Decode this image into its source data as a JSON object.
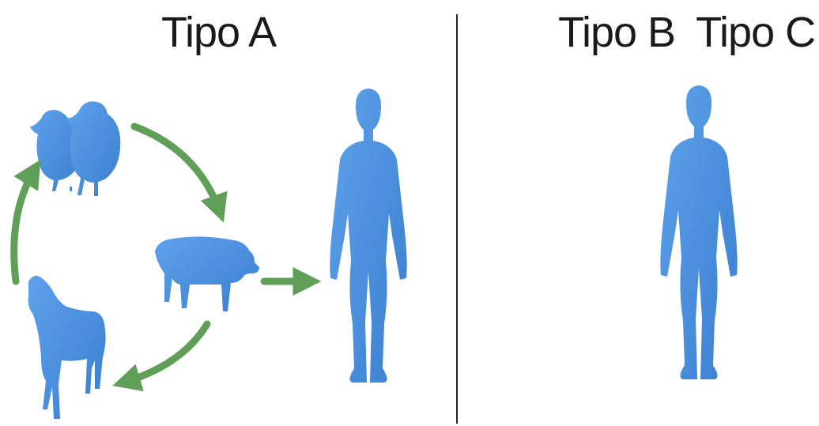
{
  "labels": {
    "type_a": "Tipo A",
    "type_b": "Tipo B",
    "type_c": "Tipo C"
  },
  "colors": {
    "silhouette": "#4a8fde",
    "silhouette_dark": "#3577c8",
    "arrow": "#5f9f58",
    "divider": "#222222",
    "text": "#1a1a1a"
  },
  "icons": {
    "birds": "chicken-pair-icon",
    "pig": "pig-icon",
    "horse": "horse-icon",
    "human_left": "human-silhouette-icon",
    "human_right": "human-silhouette-icon"
  }
}
